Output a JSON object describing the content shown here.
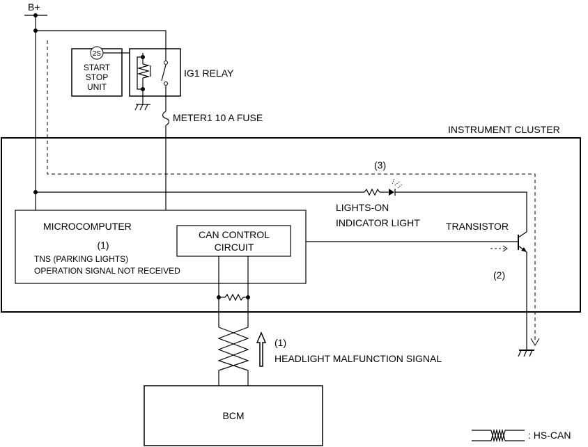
{
  "power": {
    "label": "B+"
  },
  "start_stop_unit": {
    "code": "2S",
    "line1": "START",
    "line2": "STOP",
    "line3": "UNIT"
  },
  "relay": {
    "label": "IG1 RELAY"
  },
  "fuse": {
    "label": "METER1 10 A FUSE"
  },
  "cluster": {
    "label": "INSTRUMENT CLUSTER"
  },
  "microcomputer": {
    "label": "MICROCOMPUTER",
    "step": "(1)",
    "line1": "TNS (PARKING LIGHTS)",
    "line2": "OPERATION SIGNAL NOT RECEIVED"
  },
  "can_control": {
    "line1": "CAN CONTROL",
    "line2": "CIRCUIT"
  },
  "indicator": {
    "step": "(3)",
    "line1": "LIGHTS-ON",
    "line2": "INDICATOR LIGHT"
  },
  "transistor": {
    "label": "TRANSISTOR",
    "step": "(2)"
  },
  "signal": {
    "step": "(1)",
    "label": "HEADLIGHT MALFUNCTION SIGNAL"
  },
  "bcm": {
    "label": "BCM"
  },
  "legend": {
    "label": ": HS-CAN"
  }
}
